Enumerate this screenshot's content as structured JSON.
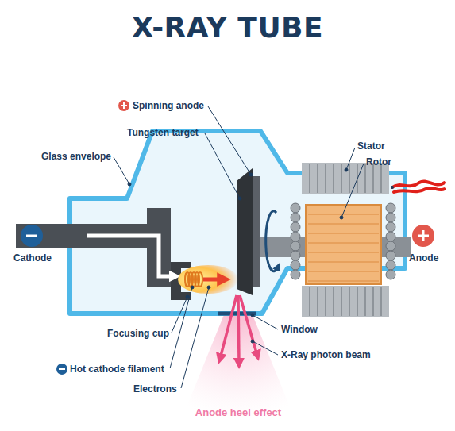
{
  "diagram": {
    "title": "X-RAY TUBE",
    "labels": [
      "Spinning anode",
      "Tungsten target",
      "Glass envelope",
      "Stator",
      "Rotor",
      "Cathode",
      "Anode",
      "Focusing cup",
      "Window",
      "X-Ray photon beam",
      "Hot cathode filament",
      "Electrons",
      "Anode heel effect"
    ]
  }
}
